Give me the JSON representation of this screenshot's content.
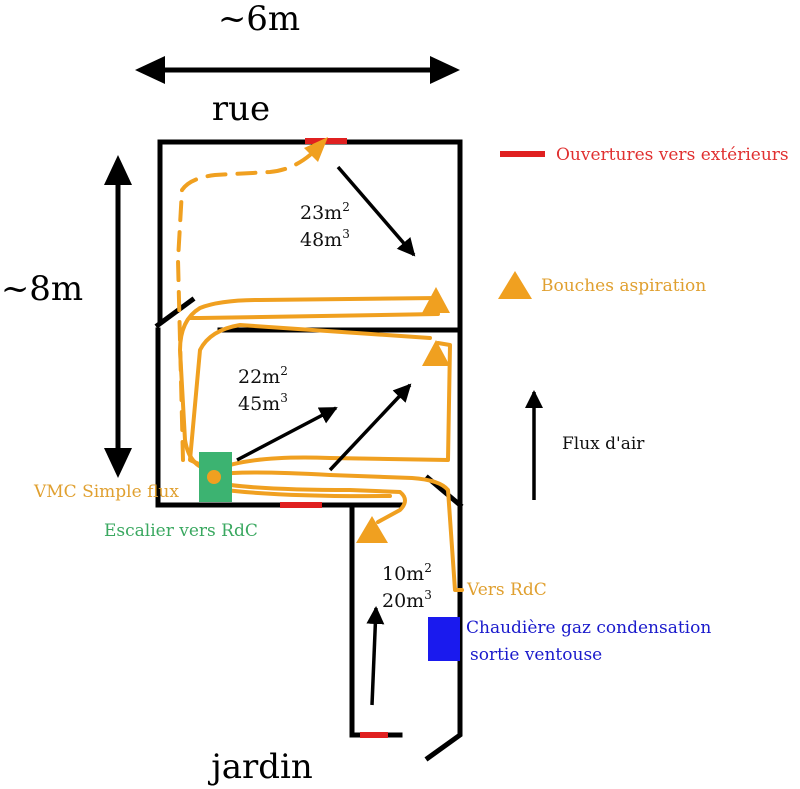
{
  "dimensions": {
    "width_label": "~6m",
    "height_label": "~8m"
  },
  "labels": {
    "street": "rue",
    "garden": "jardin",
    "vmc": "VMC Simple flux",
    "stairs": "Escalier vers RdC",
    "to_ground_floor": "Vers RdC",
    "boiler_line1": "Chaudière gaz condensation",
    "boiler_line2": "sortie ventouse"
  },
  "rooms": [
    {
      "area": "23m",
      "volume": "48m"
    },
    {
      "area": "22m",
      "volume": "45m"
    },
    {
      "area": "10m",
      "volume": "20m"
    }
  ],
  "legend": {
    "openings": "Ouvertures vers extérieurs",
    "intakes": "Bouches aspiration",
    "airflow": "Flux d'air"
  },
  "colors": {
    "wall": "#000000",
    "opening": "#e02020",
    "airflow_duct": "#f0a020",
    "vmc_unit": "#3cb371",
    "boiler": "#1a1aee",
    "label_orange": "#e0a030",
    "label_green": "#3aa860",
    "label_blue": "#1a1acc",
    "label_red": "#e03030"
  }
}
